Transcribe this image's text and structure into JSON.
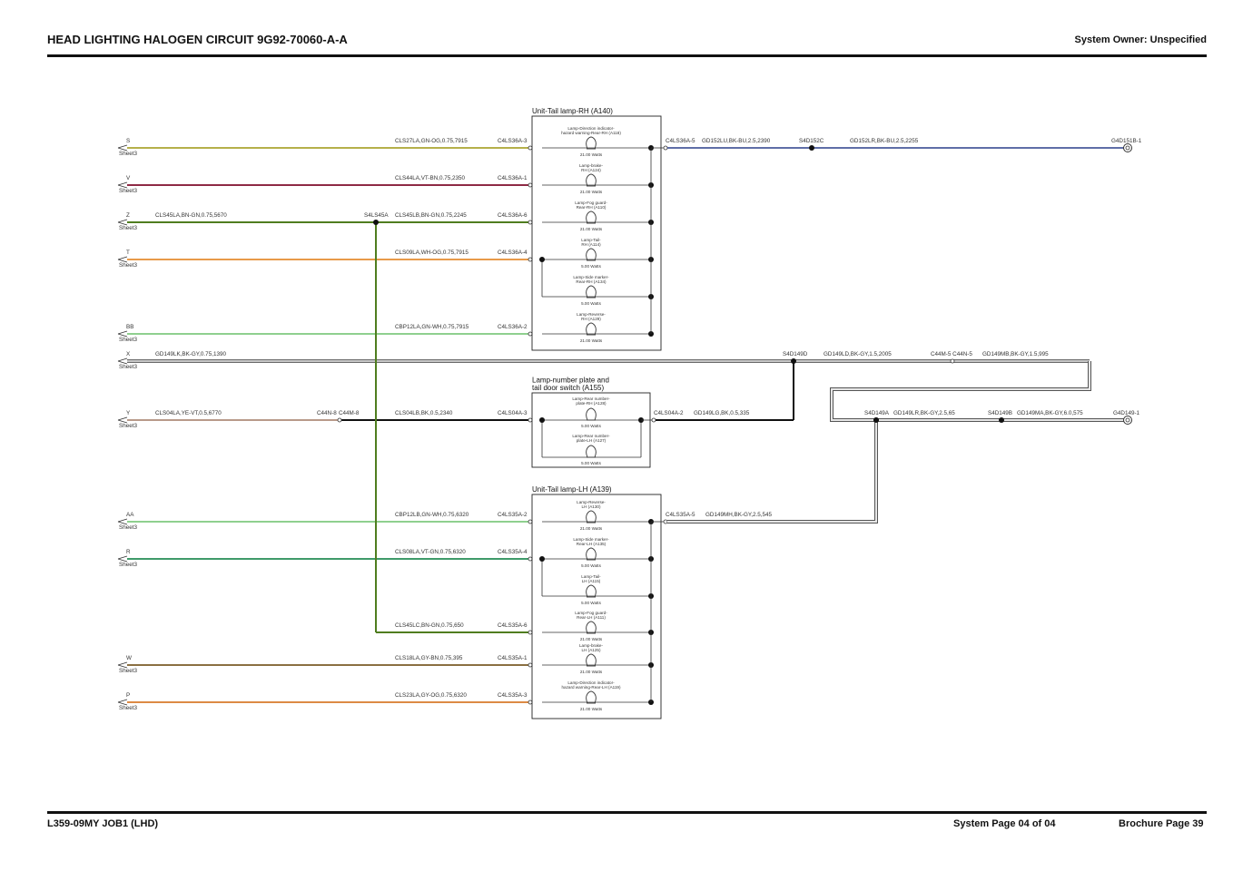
{
  "header": {
    "title": "HEAD LIGHTING HALOGEN CIRCUIT 9G92-70060-A-A",
    "owner": "System Owner: Unspecified"
  },
  "footer": {
    "left": "L359-09MY JOB1 (LHD)",
    "system_page": "System Page 04 of 04",
    "brochure_page": "Brochure Page 39"
  },
  "colors": {
    "GN-OG": "#b5b04a",
    "VT-BN": "#8e2a45",
    "BN-GN": "#4f7d1f",
    "WH-OG": "#e89a4a",
    "GN-WH": "#8fd08f",
    "BK-GY": "#8f8f8f",
    "YE-VT": "#b89a8a",
    "BK": "#111111",
    "VT-GN": "#3f9a6a",
    "GY-BN": "#8a6f42",
    "GY-OG": "#dd8a45",
    "BK-BU": "#2a3e8a"
  },
  "sheet_ref": "Sheet3",
  "components": {
    "tail_rh": {
      "title": "Unit-Tail lamp-RH (A140)",
      "lamps": [
        {
          "name": [
            "Lamp-Direction indicator-",
            "hazard warning-Rear-RH (A118)"
          ],
          "watts": "21.00 Watts"
        },
        {
          "name": [
            "Lamp-brake-",
            "RH (A124)"
          ],
          "watts": "21.00 Watts"
        },
        {
          "name": [
            "Lamp-Fog guard-",
            "Rear-RH (A110)"
          ],
          "watts": "21.00 Watts"
        },
        {
          "name": [
            "Lamp-Tail-",
            "RH (A114)"
          ],
          "watts": "5.00 Watts"
        },
        {
          "name": [
            "Lamp-Side marker-",
            "Rear-RH (A134)"
          ],
          "watts": "5.00 Watts"
        },
        {
          "name": [
            "Lamp-Reverse-",
            "RH (A129)"
          ],
          "watts": "21.00 Watts"
        }
      ]
    },
    "plate": {
      "title": [
        "Lamp-number plate and",
        "tail door switch (A155)"
      ],
      "lamps": [
        {
          "name": [
            "Lamp-Rear number-",
            "plate-RH (A128)"
          ],
          "watts": "5.00 Watts"
        },
        {
          "name": [
            "Lamp-Rear number-",
            "plate-LH (A127)"
          ],
          "watts": "5.00 Watts"
        }
      ]
    },
    "tail_lh": {
      "title": "Unit-Tail lamp-LH (A139)",
      "lamps": [
        {
          "name": [
            "Lamp-Reverse-",
            "LH (A130)"
          ],
          "watts": "21.00 Watts"
        },
        {
          "name": [
            "Lamp-Side marker-",
            "Rear-LH (A135)"
          ],
          "watts": "5.00 Watts"
        },
        {
          "name": [
            "Lamp-Tail-",
            "LH (A115)"
          ],
          "watts": "5.00 Watts"
        },
        {
          "name": [
            "Lamp-Fog guard-",
            "Rear-LH (A111)"
          ],
          "watts": "21.00 Watts"
        },
        {
          "name": [
            "Lamp-brake-",
            "LH (A125)"
          ],
          "watts": "21.00 Watts"
        },
        {
          "name": [
            "Lamp-Direction indicator-",
            "hazard warning-Rear-LH (A119)"
          ],
          "watts": "21.00 Watts"
        }
      ]
    }
  },
  "inputs": [
    {
      "id": "S",
      "wire_left": "",
      "wire_right": "CLS27LA,GN-OG,0.75,7915",
      "pin": "C4LS36A-3",
      "color": "GN-OG"
    },
    {
      "id": "V",
      "wire_left": "",
      "wire_right": "CLS44LA,VT-BN,0.75,2350",
      "pin": "C4LS36A-1",
      "color": "VT-BN"
    },
    {
      "id": "Z",
      "wire_left": "CLS45LA,BN-GN,0.75,5670",
      "wire_right": "CLS45LB,BN-GN,0.75,2245",
      "pin": "C4LS36A-6",
      "color": "BN-GN"
    },
    {
      "id": "T",
      "wire_left": "",
      "wire_right": "CLS09LA,WH-OG,0.75,7915",
      "pin": "C4LS36A-4",
      "color": "WH-OG"
    },
    {
      "id": "BB",
      "wire_left": "",
      "wire_right": "CBP12LA,GN-WH,0.75,7915",
      "pin": "C4LS36A-2",
      "color": "GN-WH"
    },
    {
      "id": "X",
      "wire_left": "GD149LK,BK-GY,0.75,1390",
      "wire_right": "",
      "pin": "",
      "color": "BK-GY"
    },
    {
      "id": "Y",
      "wire_left": "CLS04LA,YE-VT,0.5,6770",
      "wire_right": "CLS04LB,BK,0.5,2340",
      "pin": "C4LS04A-3",
      "color": "YE-VT"
    },
    {
      "id": "AA",
      "wire_left": "",
      "wire_right": "CBP12LB,GN-WH,0.75,6320",
      "pin": "C4LS35A-2",
      "color": "GN-WH"
    },
    {
      "id": "R",
      "wire_left": "",
      "wire_right": "CLS08LA,VT-GN,0.75,6320",
      "pin": "C4LS35A-4",
      "color": "VT-GN"
    },
    {
      "id": "W",
      "wire_left": "",
      "wire_right": "CLS18LA,GY-BN,0.75,395",
      "pin": "C4LS35A-1",
      "color": "GY-BN"
    },
    {
      "id": "P",
      "wire_left": "",
      "wire_right": "CLS23LA,GY-OG,0.75,6320",
      "pin": "C4LS35A-3",
      "color": "GY-OG"
    }
  ],
  "extra_labels": {
    "splice_z": "S4LS45A",
    "lh_fog": "CLS45LC,BN-GN,0.75,650",
    "lh_fog_pin": "C4LS35A-6",
    "conn_y_left": "C44N-8",
    "conn_y_right": "C44M-8",
    "rh_out_pin": "C4LS36A-5",
    "rh_out_wire1": "GD152LU,BK-BU,2.5,2390",
    "rh_splice": "S4D152C",
    "rh_out_wire2": "GD152LR,BK-BU,2.5,2255",
    "rh_ground": "G4D151B-1",
    "x_splice": "S4D149D",
    "x_wire2": "GD149LD,BK-GY,1.5,2005",
    "x_conn": "C44M-5 C44N-5",
    "x_wire3": "GD149MB,BK-GY,1.5,995",
    "plate_out_pin": "C4LS04A-2",
    "plate_out_wire": "GD149LG,BK,0.5,335",
    "gnd_splice_a": "S4D149A",
    "gnd_wire_a": "GD149LR,BK-GY,2.5,65",
    "gnd_splice_b": "S4D149B",
    "gnd_wire_b": "GD149MA,BK-GY,6.0,575",
    "main_ground": "G4D149-1",
    "lh_out_pin": "C4LS35A-5",
    "lh_out_wire": "GD149MH,BK-GY,2.5,545"
  }
}
